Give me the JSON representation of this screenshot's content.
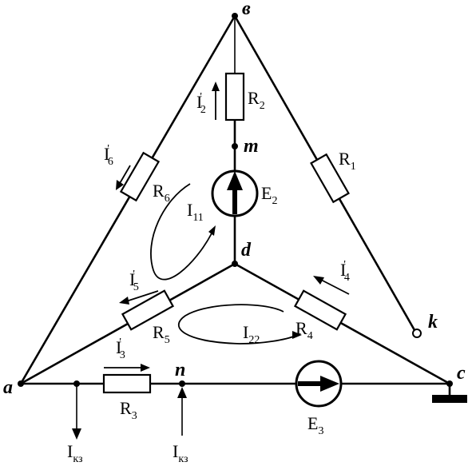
{
  "nodes": {
    "top": "в",
    "m": "m",
    "d": "d",
    "k": "k",
    "a": "a",
    "n": "n",
    "c": "c"
  },
  "elements": {
    "R1": {
      "main": "R",
      "sub": "1"
    },
    "R2": {
      "main": "R",
      "sub": "2"
    },
    "R3": {
      "main": "R",
      "sub": "3"
    },
    "R4": {
      "main": "R",
      "sub": "4"
    },
    "R5": {
      "main": "R",
      "sub": "5"
    },
    "R6": {
      "main": "R",
      "sub": "6"
    },
    "E2": {
      "main": "E",
      "sub": "2"
    },
    "E3": {
      "main": "E",
      "sub": "3"
    }
  },
  "currents": {
    "I2": {
      "main": "I",
      "sub": "2",
      "prime": "'"
    },
    "I3": {
      "main": "I",
      "sub": "3",
      "prime": "'"
    },
    "I4": {
      "main": "I",
      "sub": "4",
      "prime": "'"
    },
    "I5": {
      "main": "I",
      "sub": "5",
      "prime": "'"
    },
    "I6": {
      "main": "I",
      "sub": "6",
      "prime": "'"
    },
    "I11": {
      "main": "I",
      "sub": "11"
    },
    "I22": {
      "main": "I",
      "sub": "22"
    },
    "Ik3_left": {
      "main": "I",
      "sub": "кз"
    },
    "Ik3_right": {
      "main": "I",
      "sub": "кз"
    }
  }
}
